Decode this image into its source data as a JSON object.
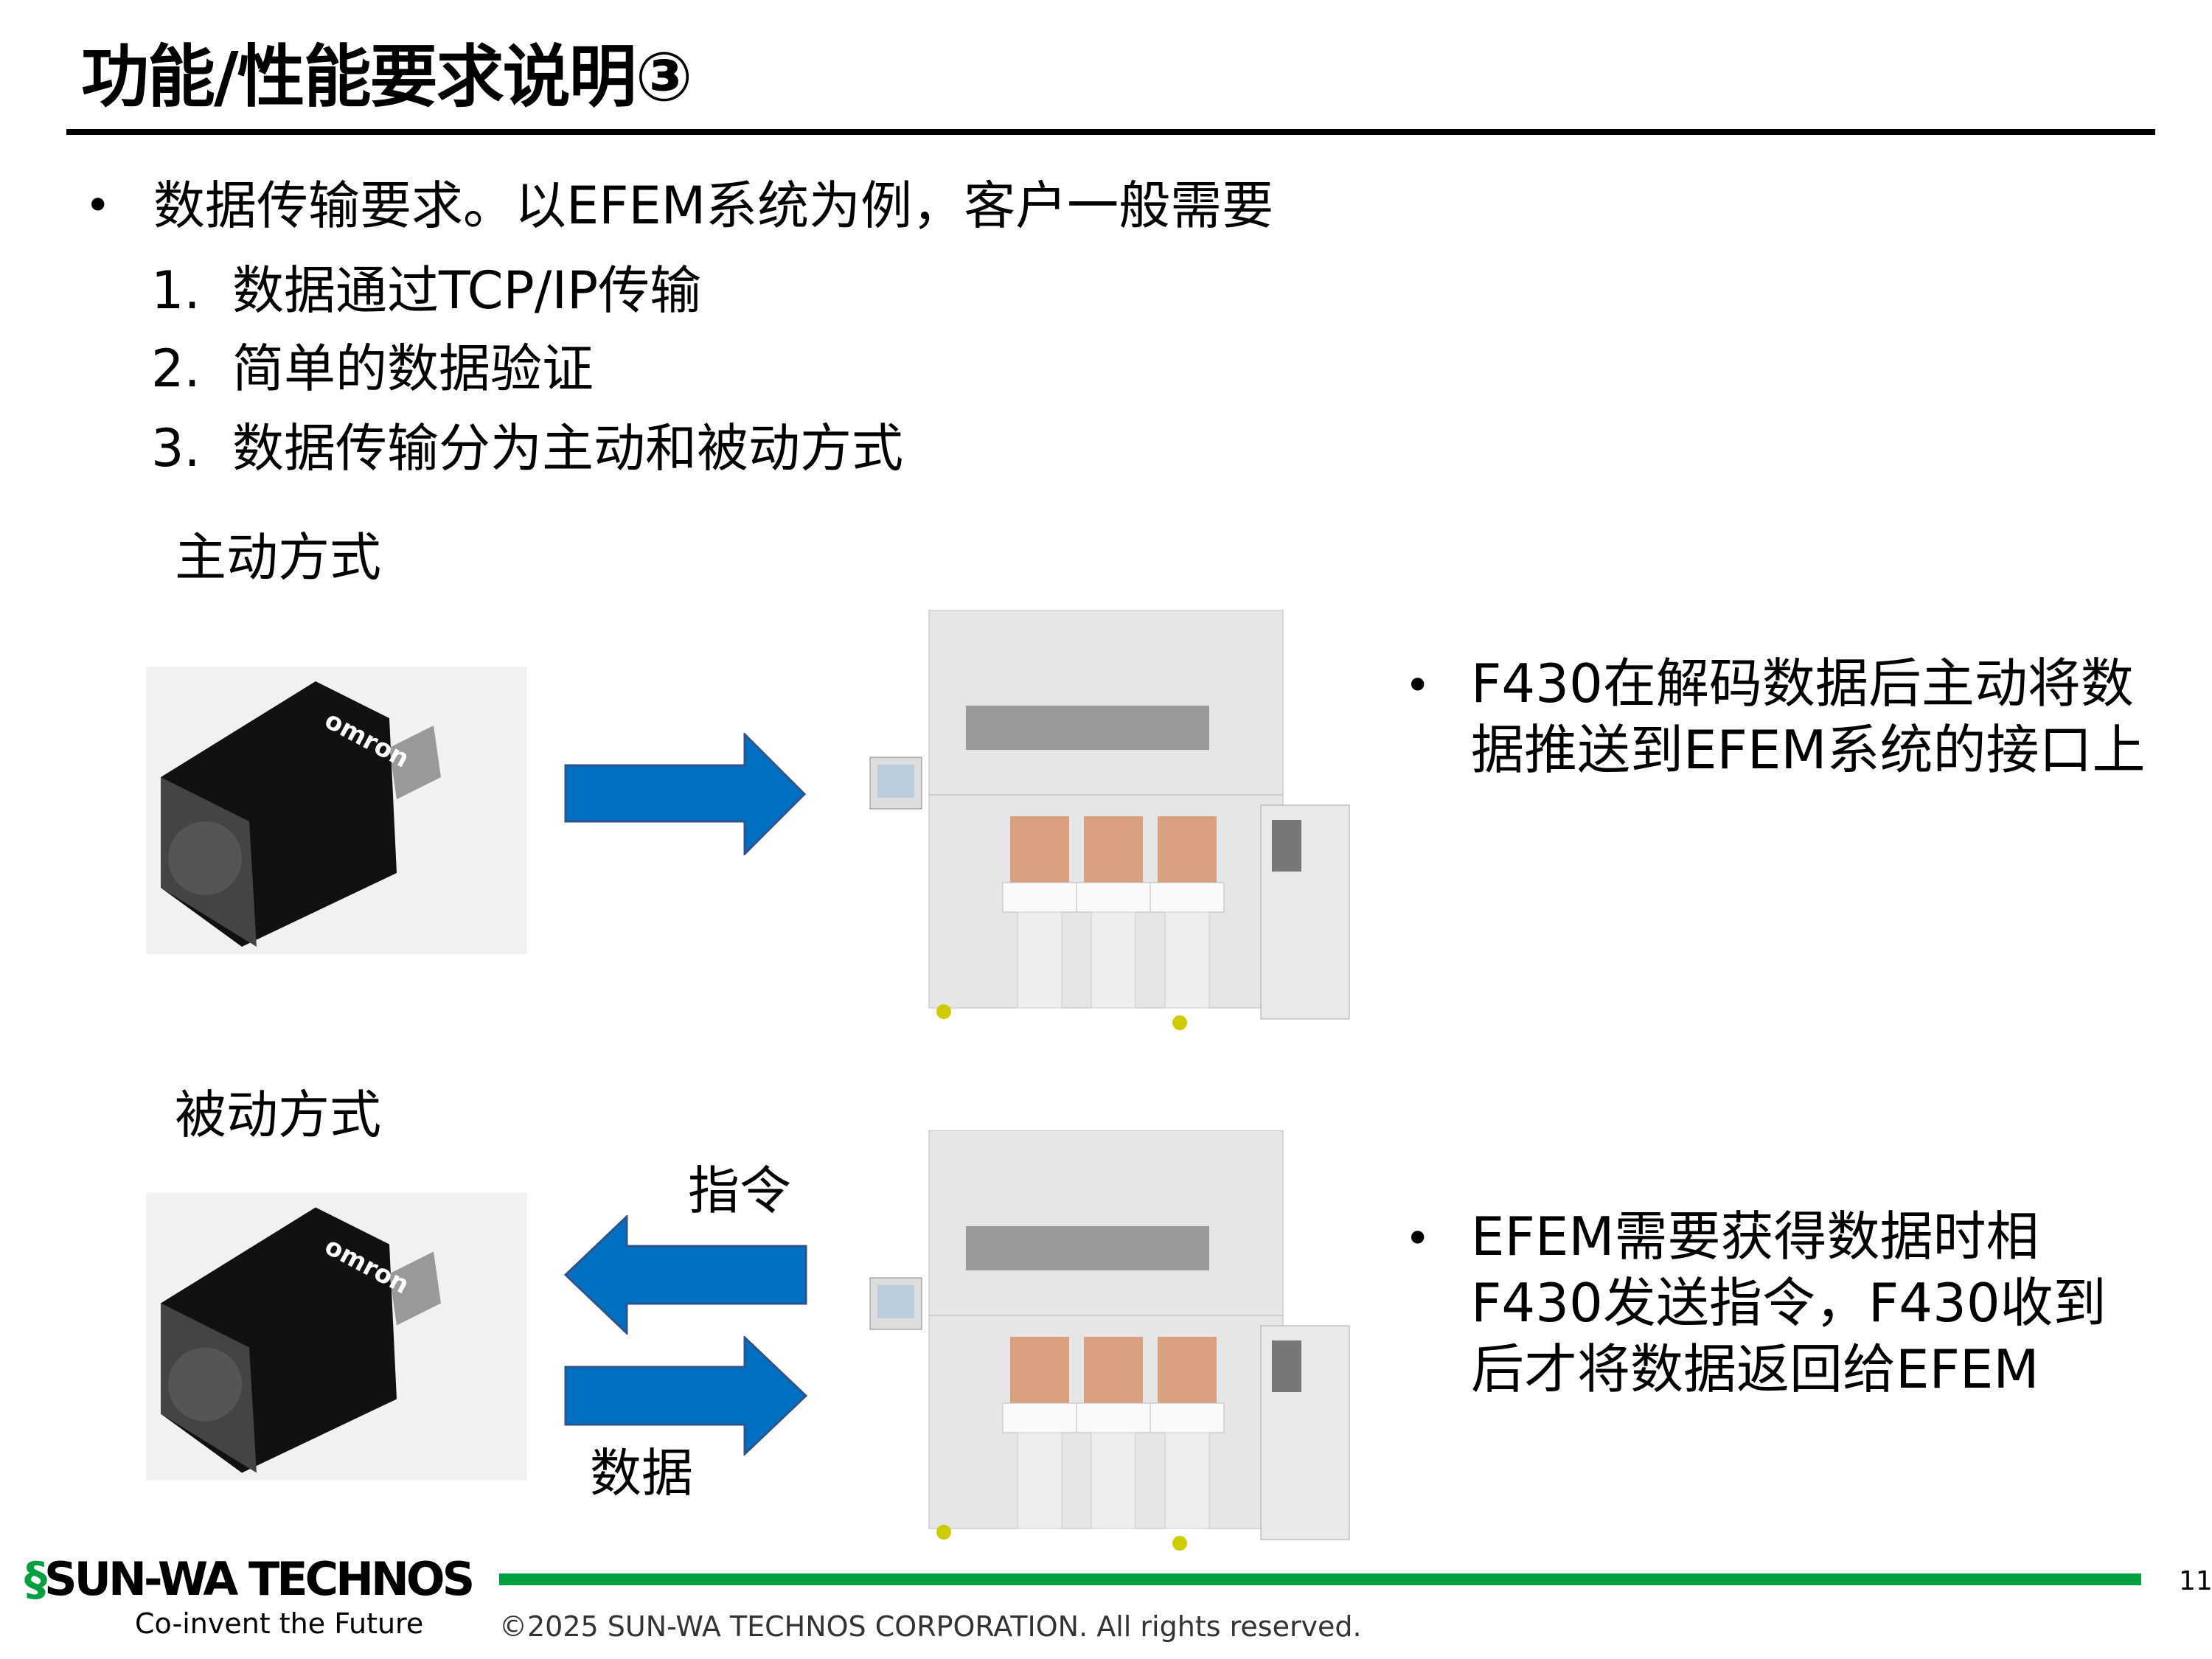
{
  "title": "功能/性能要求说明③",
  "intro": {
    "bullet": "•",
    "text": "数据传输要求。以EFEM系统为例，客户一般需要"
  },
  "requirements": [
    {
      "num": "1.",
      "text": "数据通过TCP/IP传输"
    },
    {
      "num": "2.",
      "text": "简单的数据验证"
    },
    {
      "num": "3.",
      "text": "数据传输分为主动和被动方式"
    }
  ],
  "active": {
    "heading": "主动方式",
    "description": "F430在解码数据后主动将数据推送到EFEM系统的接口上",
    "camera_brand": "omron"
  },
  "passive": {
    "heading": "被动方式",
    "command_label": "指令",
    "data_label": "数据",
    "description": "EFEM需要获得数据时相F430发送指令，F430收到后才将数据返回给EFEM",
    "camera_brand": "omron"
  },
  "colors": {
    "arrow": "#0070C0",
    "footer_bar": "#00A040"
  },
  "footer": {
    "logo": "SUN-WA TECHNOS",
    "slogan": "Co-invent the Future",
    "copyright": "©2025 SUN-WA TECHNOS CORPORATION. All rights reserved.",
    "page_number": "11"
  }
}
